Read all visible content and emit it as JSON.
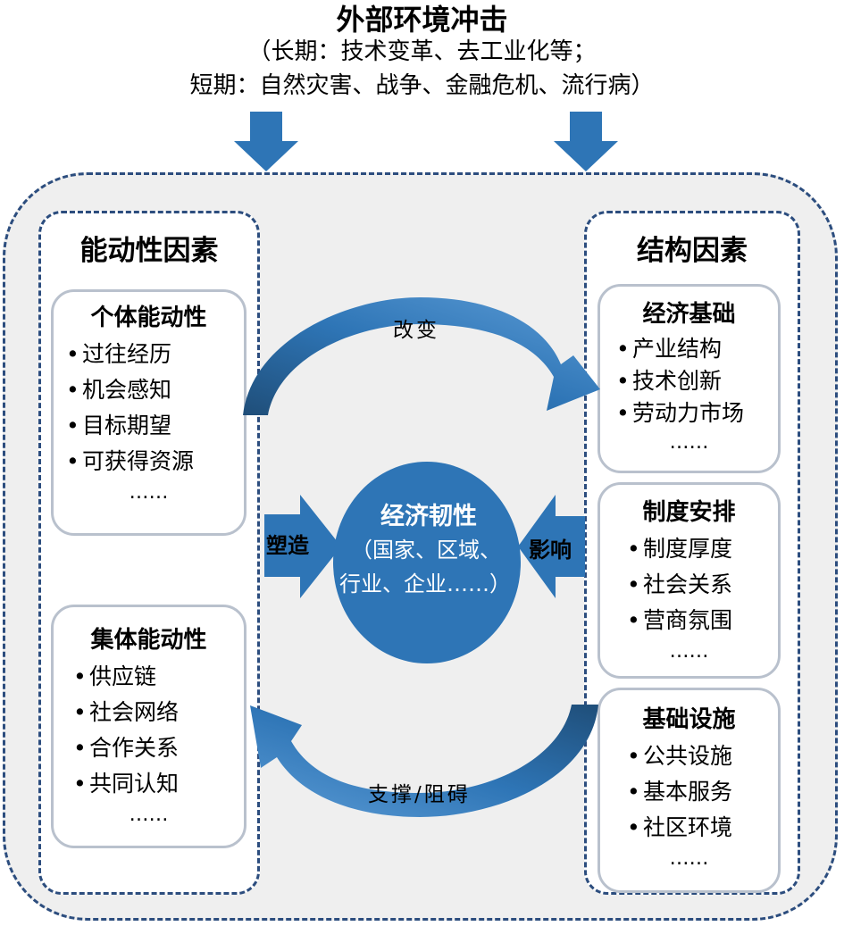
{
  "header": {
    "title": "外部环境冲击",
    "line1": "（长期：技术变革、去工业化等；",
    "line2": "短期：自然灾害、战争、金融危机、流行病）"
  },
  "left_column": {
    "title": "能动性因素",
    "cards": [
      {
        "title": "个体能动性",
        "items": [
          "过往经历",
          "机会感知",
          "目标期望",
          "可获得资源"
        ],
        "ellipsis": "……"
      },
      {
        "title": "集体能动性",
        "items": [
          "供应链",
          "社会网络",
          "合作关系",
          "共同认知"
        ],
        "ellipsis": "……"
      }
    ]
  },
  "right_column": {
    "title": "结构因素",
    "cards": [
      {
        "title": "经济基础",
        "items": [
          "产业结构",
          "技术创新",
          "劳动力市场"
        ],
        "ellipsis": "……"
      },
      {
        "title": "制度安排",
        "items": [
          "制度厚度",
          "社会关系",
          "营商氛围"
        ],
        "ellipsis": "……"
      },
      {
        "title": "基础设施",
        "items": [
          "公共设施",
          "基本服务",
          "社区环境"
        ],
        "ellipsis": "……"
      }
    ]
  },
  "center": {
    "title": "经济韧性",
    "sub1": "（国家、区域、",
    "sub2": "行业、企业……）"
  },
  "arrows": {
    "top_label": "改变",
    "bottom_label": "支撑/阻碍",
    "left_label": "塑造",
    "right_label": "影响"
  },
  "colors": {
    "arrow_blue": "#2e75b6",
    "arrow_dark": "#1f4e79",
    "dashed_border": "#2c4d7e",
    "panel_bg": "#efefef",
    "card_border": "#b9c1cd"
  }
}
